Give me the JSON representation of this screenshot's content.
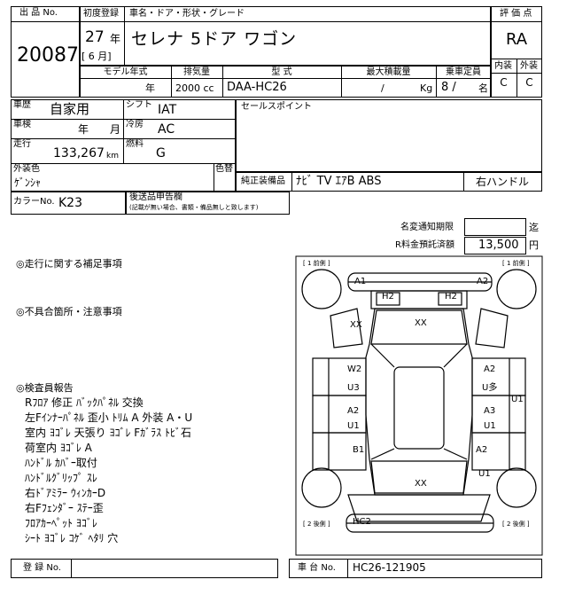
{
  "header": {
    "lot_label": "出 品 No.",
    "lot_number": "20087",
    "first_reg_label": "初度登録",
    "year": "27",
    "year_unit": "年",
    "month": "[ 6 月]",
    "car_name_label": "車名・ドア・形状・グレード",
    "car_name": "セレナ 5ドア ワゴン",
    "grade_label": "評 価 点",
    "grade": "RA",
    "interior_label": "内装",
    "interior": "C",
    "exterior_label": "外装",
    "exterior": "C"
  },
  "specs": {
    "model_year_label": "モデル年式",
    "model_year_unit": "年",
    "displacement_label": "排気量",
    "displacement": "2000 cc",
    "model_label": "型 式",
    "model": "DAA-HC26",
    "max_load_label": "最大積載量",
    "max_load_sep": "/",
    "max_load_unit": "Kg",
    "capacity_label": "乗車定員",
    "capacity": "8 /",
    "capacity_unit": "名"
  },
  "details": {
    "history_label": "車歴",
    "history": "自家用",
    "shift_label": "シフト",
    "shift": "IAT",
    "inspection_label": "車検",
    "inspection_year": "年",
    "inspection_month": "月",
    "aircon_label": "冷房",
    "aircon": "AC",
    "mileage_label": "走行",
    "mileage": "133,267",
    "mileage_unit": "km",
    "fuel_label": "燃料",
    "fuel": "G",
    "color_label": "外装色",
    "color": "ｹﾞﾝｼｬ",
    "color_change_label": "色替",
    "color_no_label": "カラーNo.",
    "color_no": "K23",
    "sales_point_label": "セールスポイント",
    "equipment_label": "純正装備品",
    "equipment": "ﾅﾋﾞ TV ｴｱB ABS",
    "steering": "右ハンドル",
    "post_report_label": "後送品申告欄",
    "post_report_note": "(記載が無い場合、書類・備品無しと致します)"
  },
  "deadlines": {
    "name_change_label": "名変通知期限",
    "name_change_unit": "迄",
    "recycle_label": "R料金預託済額",
    "recycle_value": "13,500",
    "recycle_unit": "円"
  },
  "notes": {
    "driving_title": "◎走行に関する補足事項",
    "defects_title": "◎不具合箇所・注意事項",
    "inspector_title": "◎検査員報告",
    "inspector_lines": [
      "Rﾌﾛｱ 修正 ﾊﾞｯｸﾊﾟﾈﾙ 交換",
      "左Fｲﾝﾅｰﾊﾟﾈﾙ 歪小 ﾄﾘﾑ A 外装 A・U",
      "室内 ﾖｺﾞﾚ 天張り ﾖｺﾞﾚ Fｶﾞﾗｽ ﾄﾋﾞ石",
      "荷室内 ﾖｺﾞﾚ A",
      "ﾊﾝﾄﾞﾙ ｶﾊﾞｰ取付",
      "ﾊﾝﾄﾞﾙｸﾞﾘｯﾌﾟ ｽﾚ",
      "右ﾄﾞｱﾐﾗｰ ｳｨﾝｶｰD",
      "右Fﾌｪﾝﾀﾞｰ ｽﾃｰ歪",
      "ﾌﾛｱｶｰﾍﾟｯﾄ ﾖｺﾞﾚ",
      "ｼｰﾄ ﾖｺﾞﾚ ｺｹﾞ ﾍﾀﾘ 穴"
    ]
  },
  "diagram": {
    "corner_tl": "[ 1 前側 ]",
    "corner_tr": "[ 1 前側 ]",
    "corner_bl": "[ 2 後側 ]",
    "corner_br": "[ 2 後側 ]",
    "marks": {
      "a1": "A1",
      "a2_front": "A2",
      "h2_left": "H2",
      "h2_right": "H2",
      "xx_left_mirror": "XX",
      "xx_windshield": "XX",
      "w2": "W2",
      "u3": "U3",
      "a2_left_rear": "A2",
      "u1_left": "U1",
      "b1": "B1",
      "a2_right_front": "A2",
      "u_many": "U多",
      "a3": "A3",
      "u1_right_mid": "U1",
      "u1_right_edge": "U1",
      "a2_right_rear": "A2",
      "u1_right_rear": "U1",
      "xx_rear_glass": "XX",
      "hc2": "HC2"
    }
  },
  "footer": {
    "reg_no_label": "登 録 No.",
    "chassis_label": "車 台 No.",
    "chassis": "HC26-121905"
  }
}
